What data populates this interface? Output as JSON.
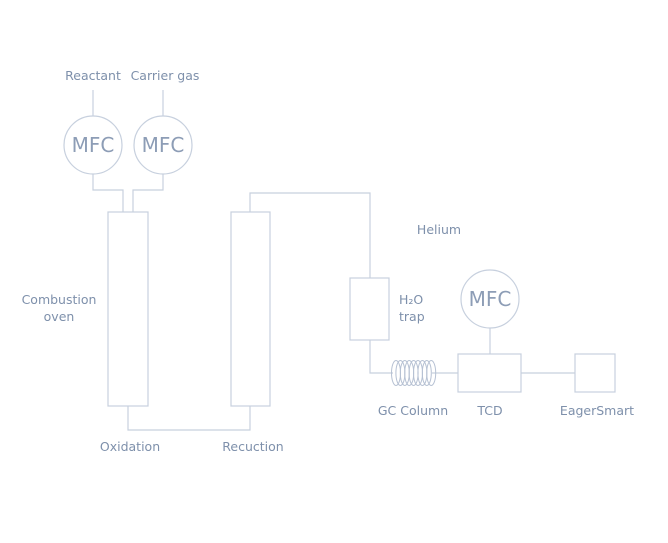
{
  "diagram": {
    "labels": {
      "reactant": "Reactant",
      "carrier_gas": "Carrier gas",
      "combustion_line1": "Combustion",
      "combustion_line2": "oven",
      "oxidation": "Oxidation",
      "reduction": "Recuction",
      "helium": "Helium",
      "h2o_line1": "H₂O",
      "h2o_line2": "trap",
      "gc_column": "GC Column",
      "tcd": "TCD",
      "eagersmart": "EagerSmart"
    },
    "mfc": {
      "reactant": "MFC",
      "carrier": "MFC",
      "helium": "MFC"
    },
    "colors": {
      "line": "#c7d0de",
      "text": "#7e90ab"
    }
  }
}
